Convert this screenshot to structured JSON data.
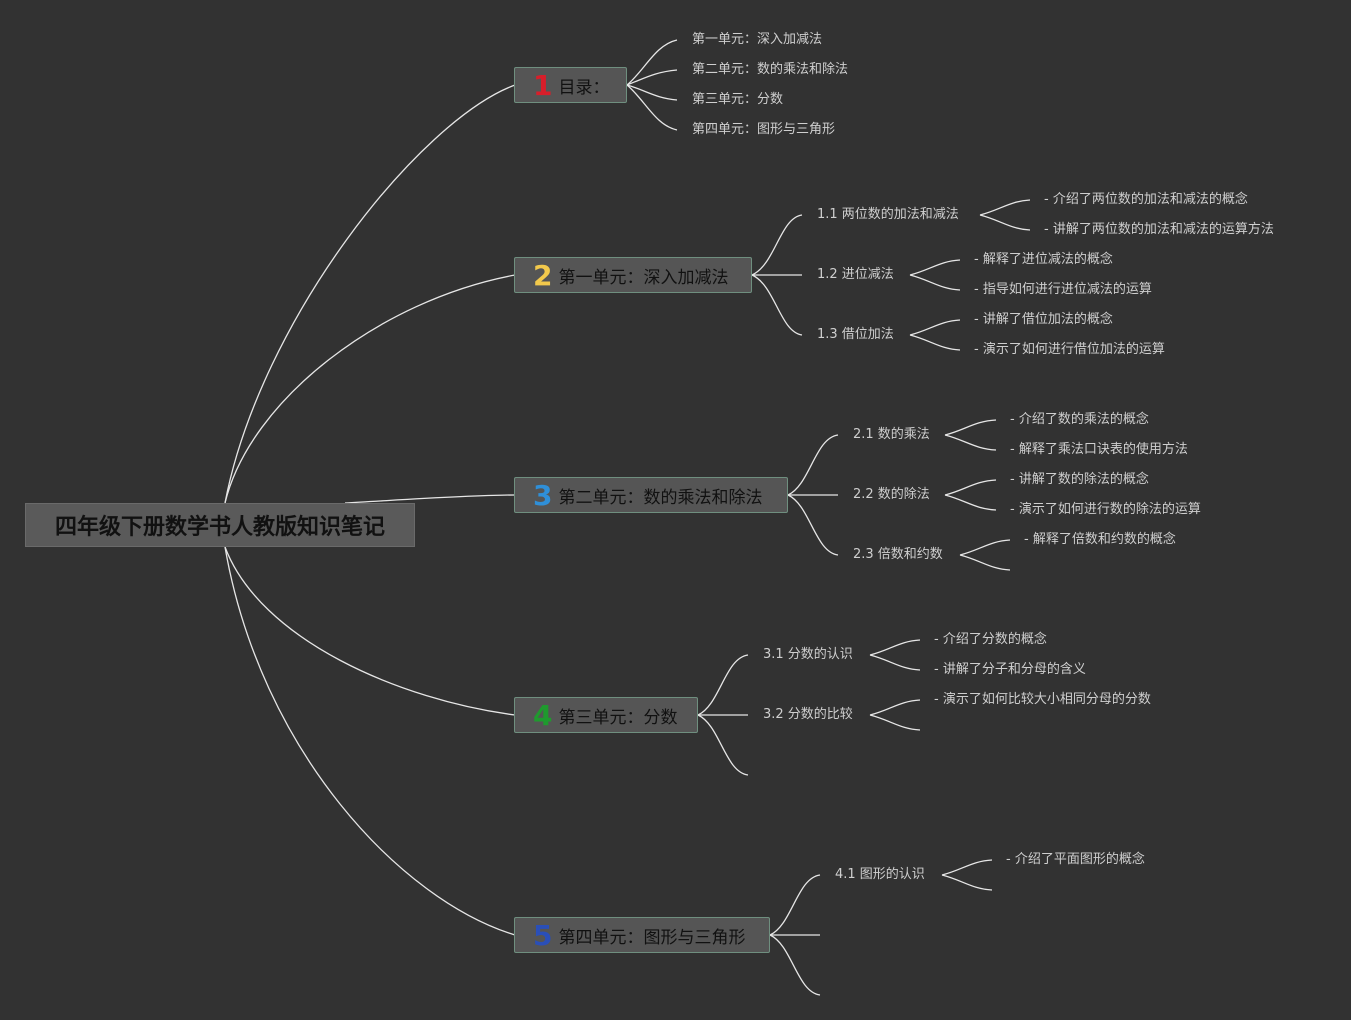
{
  "root": {
    "title": "四年级下册数学书人教版知识笔记"
  },
  "branches": [
    {
      "num": "1",
      "num_color": "#d81e2a",
      "label": "目录：",
      "items": [
        "第一单元：深入加减法",
        "第二单元：数的乘法和除法",
        "第三单元：分数",
        "第四单元：图形与三角形"
      ]
    },
    {
      "num": "2",
      "num_color": "#f2c94c",
      "label": "第一单元：深入加减法",
      "subs": [
        {
          "label": "1.1 两位数的加法和减法",
          "leaves": [
            "- 介绍了两位数的加法和减法的概念",
            "- 讲解了两位数的加法和减法的运算方法"
          ]
        },
        {
          "label": "1.2 进位减法",
          "leaves": [
            "- 解释了进位减法的概念",
            "- 指导如何进行进位减法的运算"
          ]
        },
        {
          "label": "1.3 借位加法",
          "leaves": [
            "- 讲解了借位加法的概念",
            "- 演示了如何进行借位加法的运算"
          ]
        }
      ]
    },
    {
      "num": "3",
      "num_color": "#2f8fd8",
      "label": "第二单元：数的乘法和除法",
      "subs": [
        {
          "label": "2.1 数的乘法",
          "leaves": [
            "- 介绍了数的乘法的概念",
            "- 解释了乘法口诀表的使用方法"
          ]
        },
        {
          "label": "2.2 数的除法",
          "leaves": [
            "- 讲解了数的除法的概念",
            "- 演示了如何进行数的除法的运算"
          ]
        },
        {
          "label": "2.3 倍数和约数",
          "leaves": [
            "- 解释了倍数和约数的概念"
          ]
        }
      ]
    },
    {
      "num": "4",
      "num_color": "#1f9a2e",
      "label": "第三单元：分数",
      "subs": [
        {
          "label": "3.1 分数的认识",
          "leaves": [
            "- 介绍了分数的概念",
            "- 讲解了分子和分母的含义"
          ]
        },
        {
          "label": "3.2 分数的比较",
          "leaves": [
            "- 演示了如何比较大小相同分母的分数"
          ]
        }
      ]
    },
    {
      "num": "5",
      "num_color": "#2a4fb8",
      "label": "第四单元：图形与三角形",
      "subs": [
        {
          "label": "4.1 图形的认识",
          "leaves": [
            "- 介绍了平面图形的概念"
          ]
        }
      ]
    }
  ]
}
